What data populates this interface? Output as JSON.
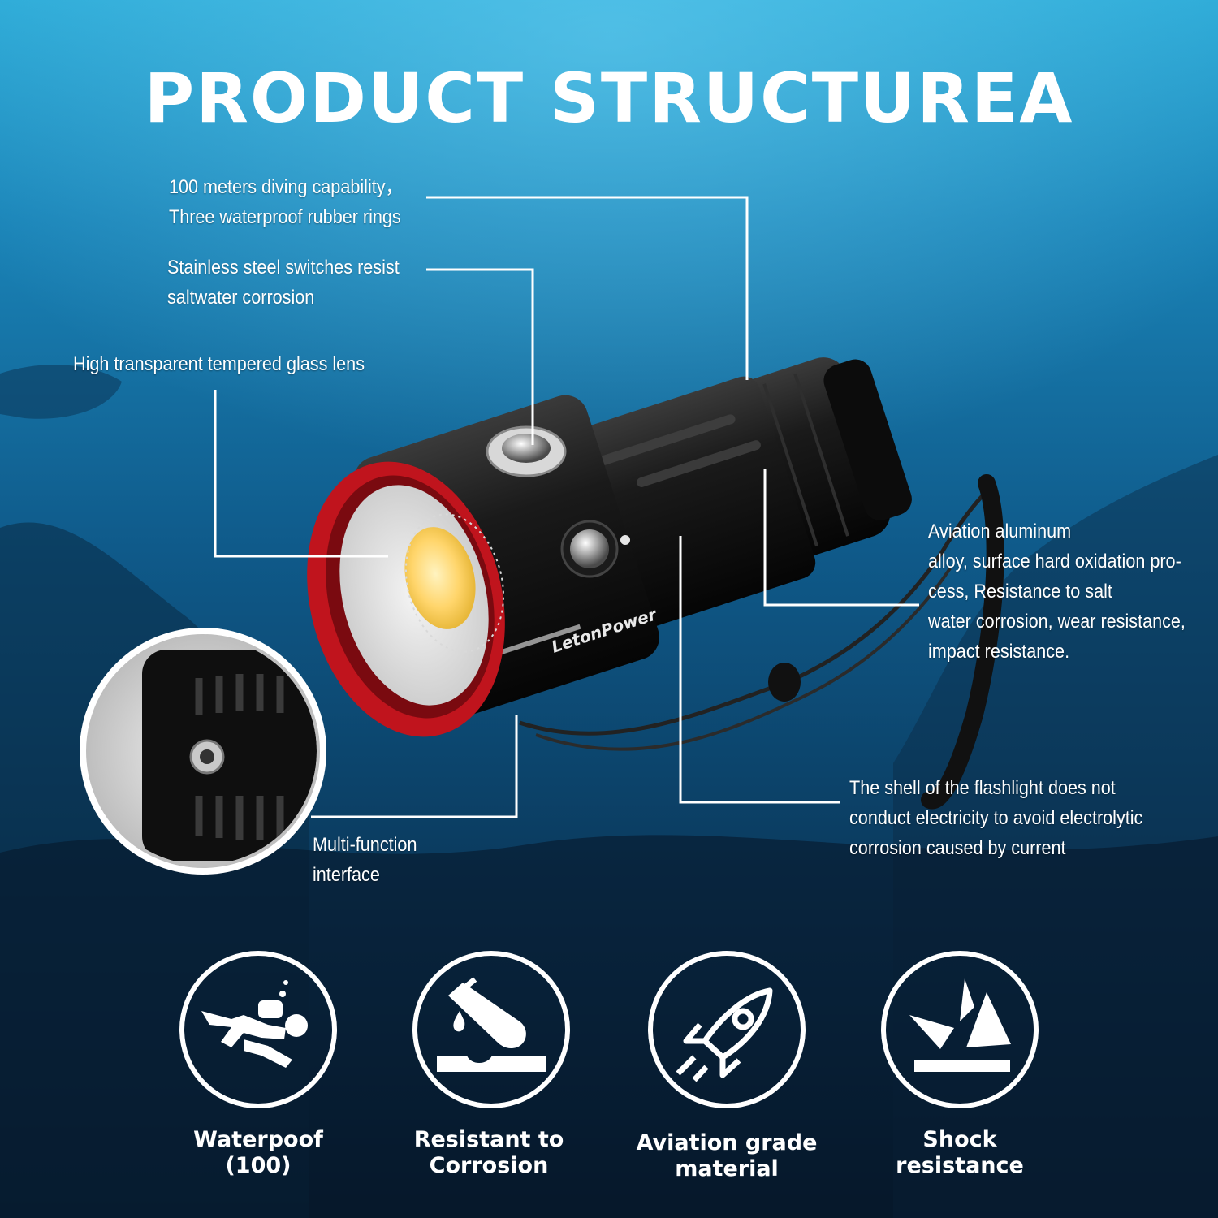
{
  "title": "PRODUCT STRUCTUREA",
  "brand": "LetonPower",
  "callouts": {
    "diving": [
      "100 meters diving capability，",
      "Three waterproof rubber rings"
    ],
    "switch": [
      "Stainless steel switches resist",
      "saltwater corrosion"
    ],
    "lens": [
      "High transparent tempered glass lens"
    ],
    "aluminum": [
      "Aviation aluminum",
      "alloy, surface hard oxidation pro-",
      "cess, Resistance to salt",
      "water corrosion, wear resistance,",
      "impact resistance."
    ],
    "shell": [
      "The shell of the flashlight does not",
      "conduct electricity  to avoid electrolytic",
      "corrosion caused by current"
    ],
    "interface": [
      "Multi-function",
      "interface"
    ]
  },
  "features": [
    {
      "icon": "diver-icon",
      "label_line1": "Waterpoof",
      "label_line2": "(100)"
    },
    {
      "icon": "corrosion-icon",
      "label_line1": "Resistant to",
      "label_line2": "Corrosion"
    },
    {
      "icon": "rocket-icon",
      "label_line1": "Aviation grade",
      "label_line2": "material"
    },
    {
      "icon": "shock-icon",
      "label_line1": "Shock",
      "label_line2": "resistance"
    }
  ],
  "colors": {
    "ocean_top": "#1a8fc0",
    "ocean_mid": "#0d4f7c",
    "ocean_bottom": "#071e33",
    "bezel_red": "#c0141d",
    "led_yellow": "#ffd56b",
    "body_black": "#141414",
    "text": "#ffffff"
  }
}
